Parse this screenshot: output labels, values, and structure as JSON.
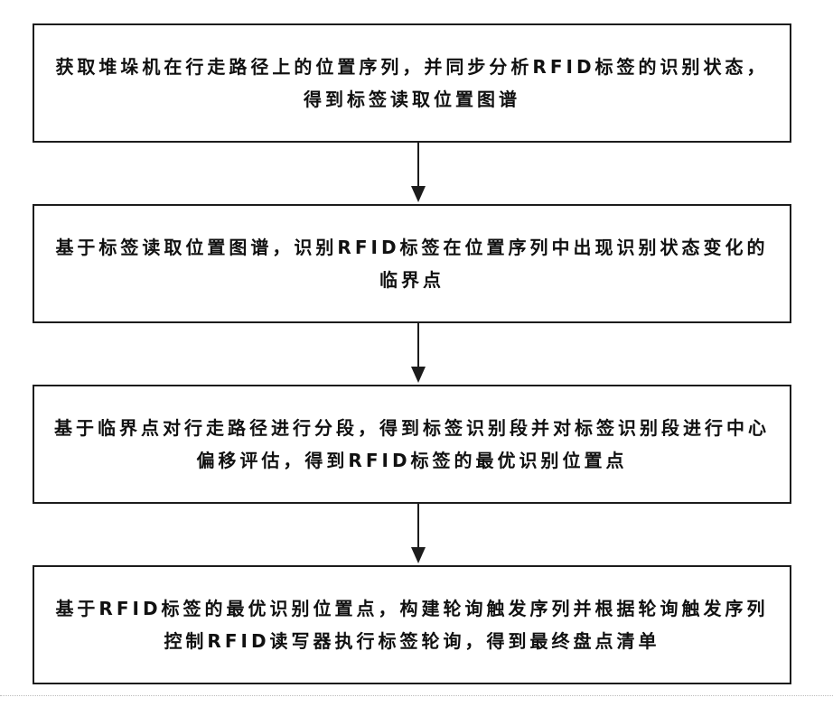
{
  "flowchart": {
    "steps": [
      {
        "text": "获取堆垛机在行走路径上的位置序列，并同步分析RFID标签的识别状态，得到标签读取位置图谱"
      },
      {
        "text": "基于标签读取位置图谱，识别RFID标签在位置序列中出现识别状态变化的临界点"
      },
      {
        "text": "基于临界点对行走路径进行分段，得到标签识别段并对标签识别段进行中心偏移评估，得到RFID标签的最优识别位置点"
      },
      {
        "text": "基于RFID标签的最优识别位置点，构建轮询触发序列并根据轮询触发序列控制RFID读写器执行标签轮询，得到最终盘点清单"
      }
    ]
  },
  "colors": {
    "stroke": "#1c1c1c",
    "text": "#111111",
    "background": "#ffffff"
  }
}
